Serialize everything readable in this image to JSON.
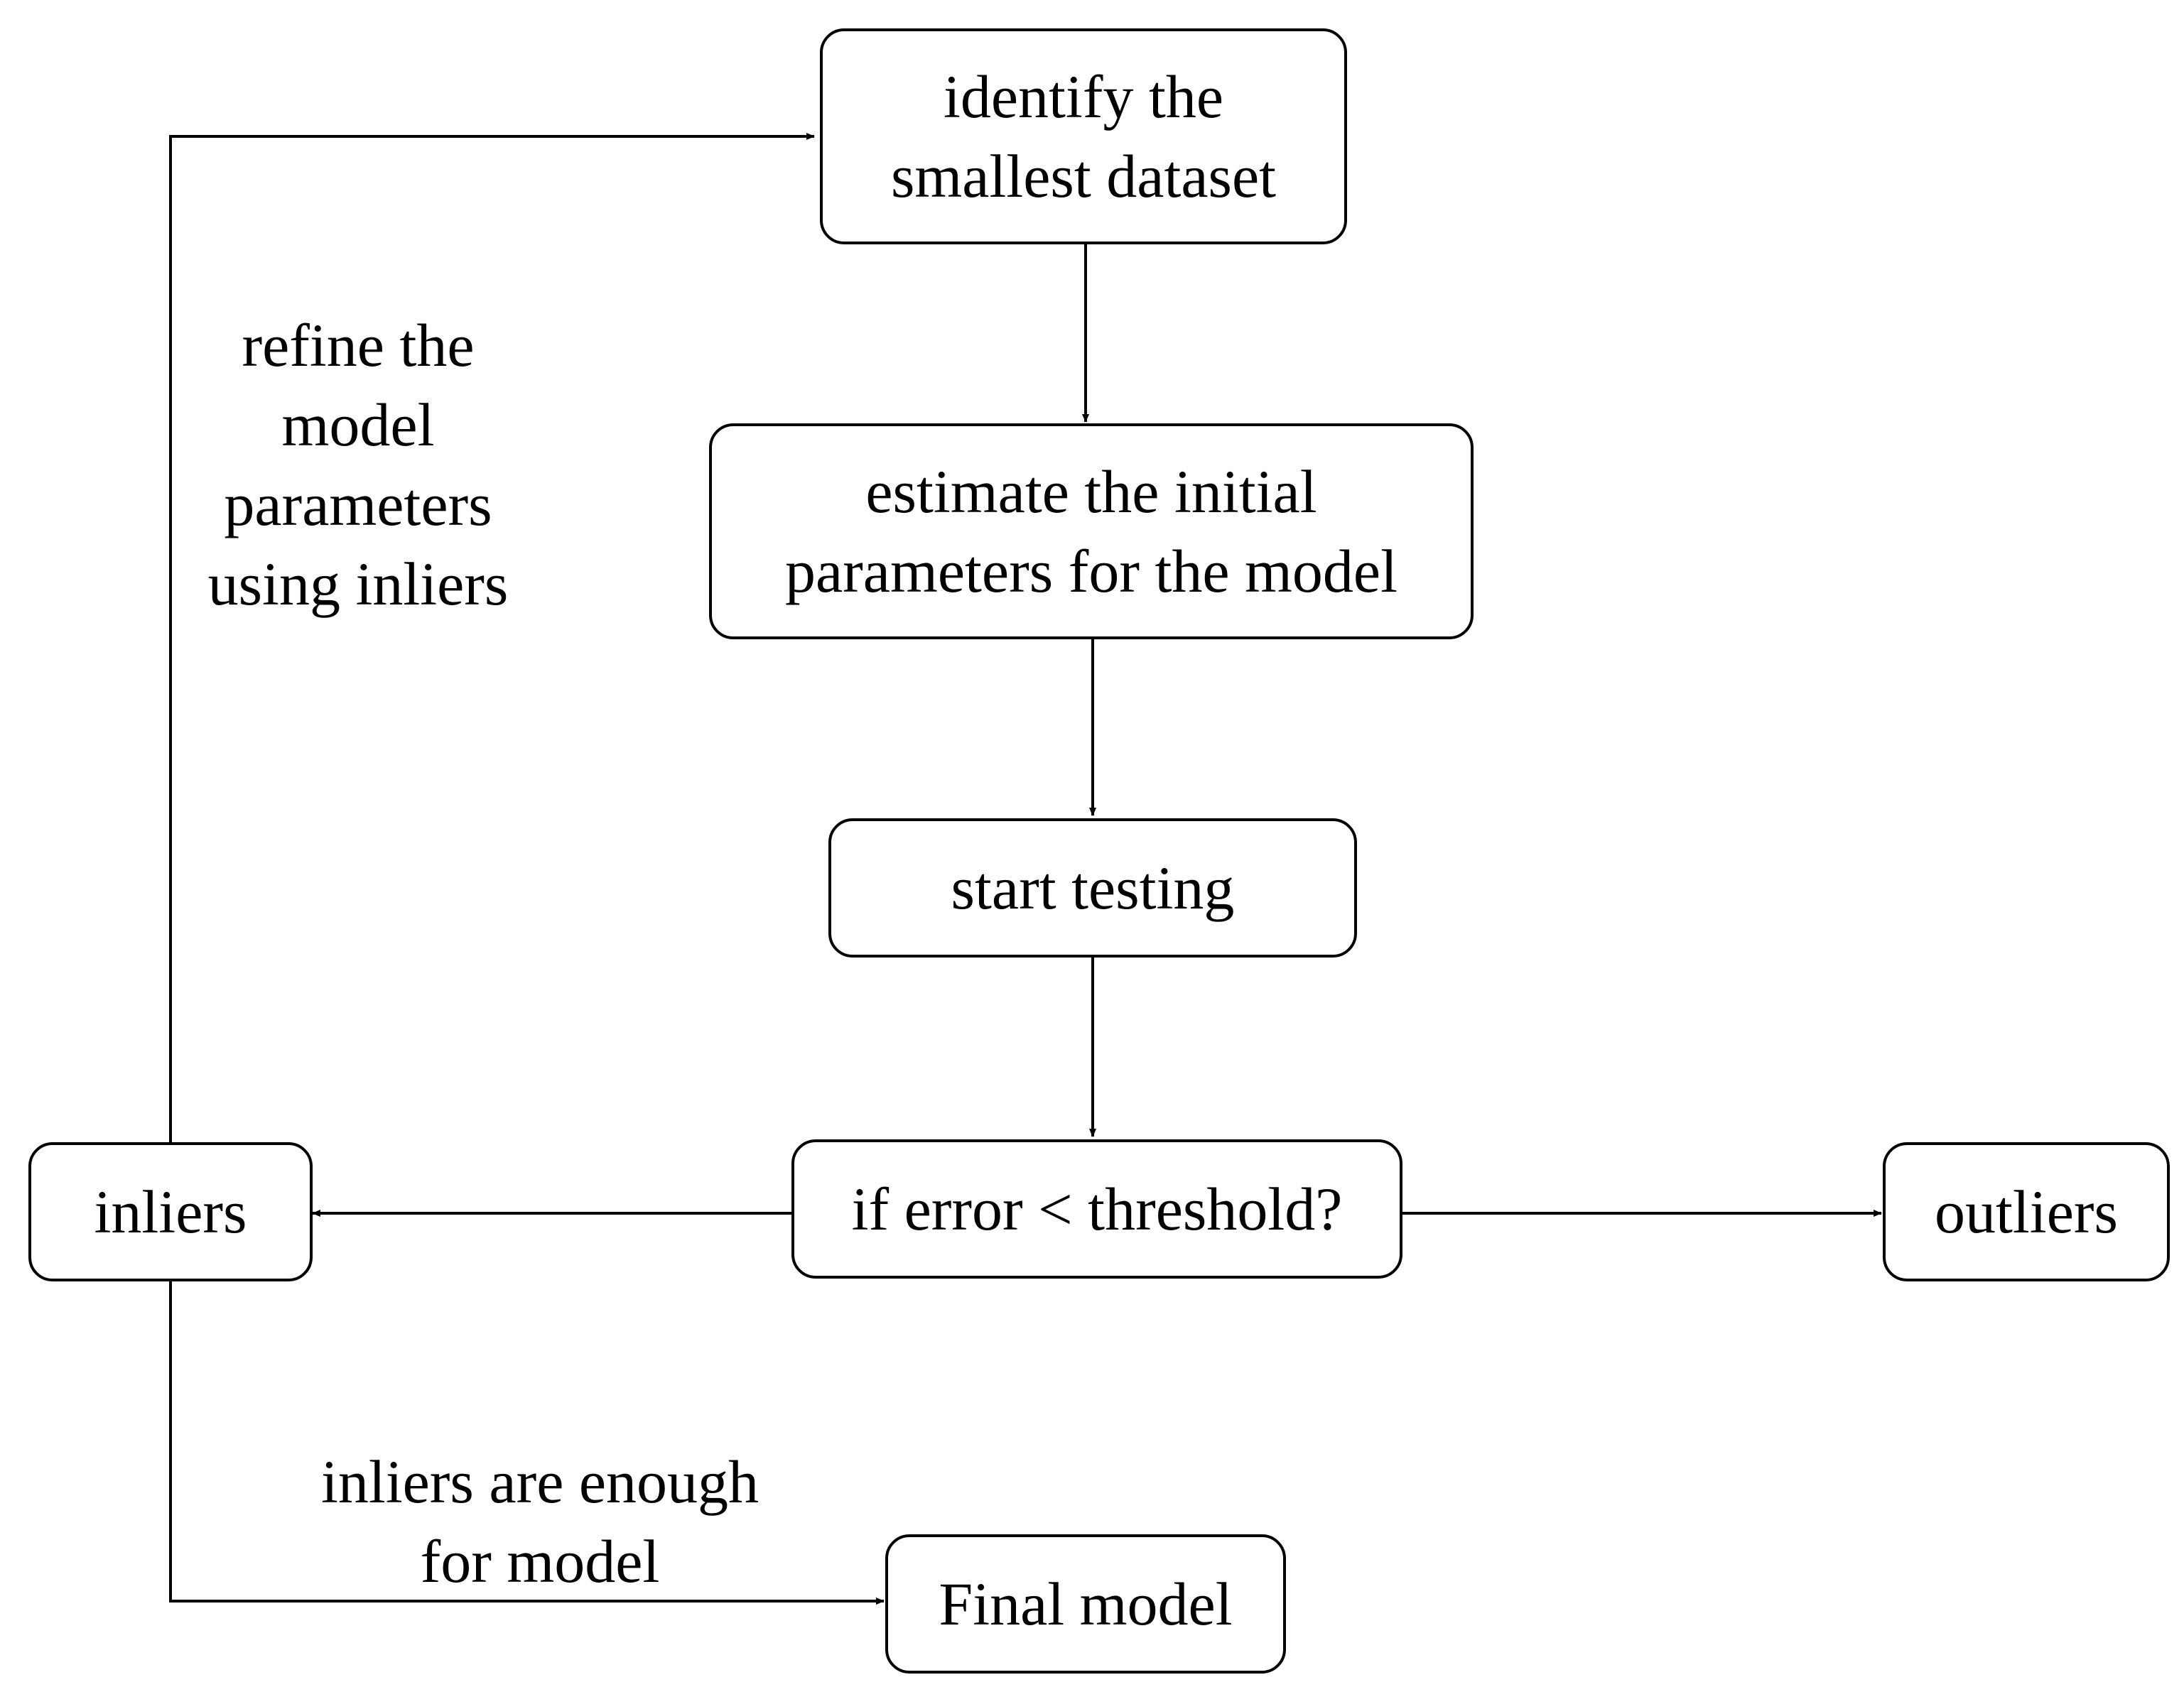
{
  "nodes": {
    "identify": {
      "lines": [
        "identify the",
        "smallest dataset"
      ]
    },
    "estimate": {
      "lines": [
        "estimate the initial",
        "parameters for the model"
      ]
    },
    "start": {
      "lines": [
        "start testing"
      ]
    },
    "decision": {
      "lines": [
        "if error < threshold?"
      ]
    },
    "inliers": {
      "lines": [
        "inliers"
      ]
    },
    "outliers": {
      "lines": [
        "outliers"
      ]
    },
    "final": {
      "lines": [
        "Final model"
      ]
    }
  },
  "edge_labels": {
    "refine": {
      "lines": [
        "refine the",
        "model",
        "parameters",
        "using inliers"
      ]
    },
    "enough": {
      "lines": [
        "inliers are enough",
        "for model"
      ]
    }
  },
  "colors": {
    "stroke": "#000000",
    "background": "#ffffff"
  }
}
